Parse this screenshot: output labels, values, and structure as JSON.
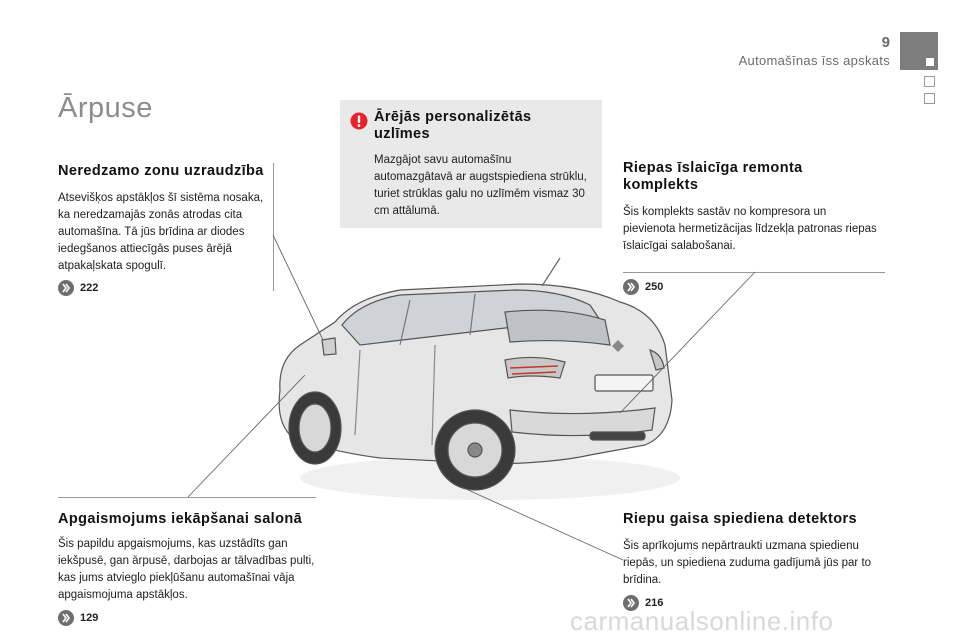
{
  "header": {
    "page_number": "9",
    "chapter_title": "Automašīnas īss apskats"
  },
  "section_title": "Ārpuse",
  "warning": {
    "title": "Ārējās personalizētās uzlīmes",
    "text": "Mazgājot savu automašīnu automazgātavā ar augstspiediena strūklu, turiet strūklas galu no uzlīmēm vismaz 30 cm attālumā.",
    "accent_color": "#e5232d"
  },
  "blocks": {
    "blind_spot": {
      "title": "Neredzamo zonu uzraudzība",
      "text": "Atsevišķos apstākļos šī sistēma nosaka, ka neredzamajās zonās atrodas cita automašīna. Tā jūs brīdina ar diodes iedegšanos attiecīgās puses ārējā atpakaļskata spogulī.",
      "page_ref": "222"
    },
    "tyre_repair": {
      "title": "Riepas īslaicīga remonta komplekts",
      "text": "Šis komplekts sastāv no kompresora un pievienota hermetizācijas līdzekļa patronas riepas īslaicīgai salabošanai.",
      "page_ref": "250"
    },
    "approach_lighting": {
      "title": "Apgaismojums iekāpšanai salonā",
      "text": "Šis papildu apgaismojums, kas uzstādīts gan iekšpusē, gan ārpusē, darbojas ar tālvadības pulti, kas jums atvieglo piekļūšanu automašīnai vāja apgaismojuma apstākļos.",
      "page_ref": "129"
    },
    "tyre_pressure": {
      "title": "Riepu gaisa spiediena detektors",
      "text": "Šis aprīkojums nepārtraukti uzmana spiedienu riepās, un spiediena zuduma gadījumā jūs par to brīdina.",
      "page_ref": "216"
    }
  },
  "watermark": "carmanualsonline.info",
  "illustration": {
    "subject": "car-rear-three-quarter-view"
  }
}
